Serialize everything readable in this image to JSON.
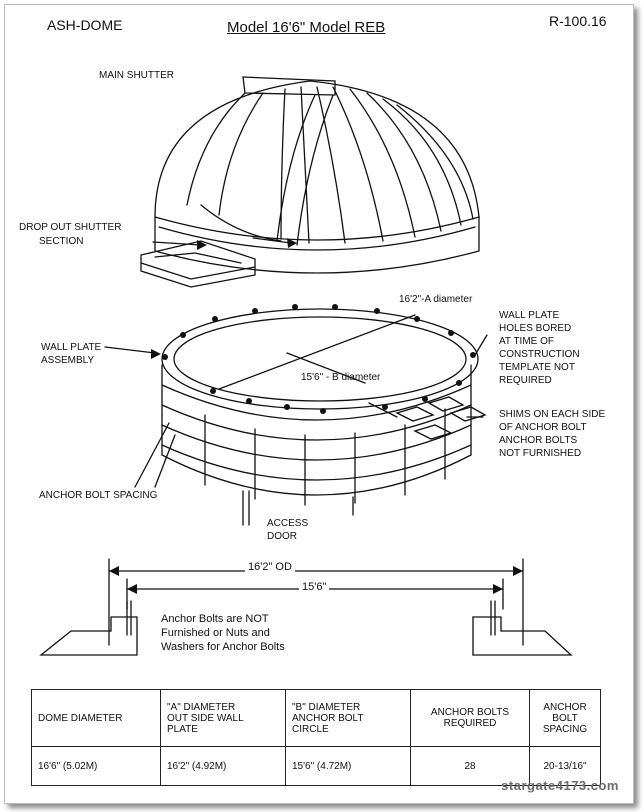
{
  "header": {
    "brand": "ASH-DOME",
    "title": "Model 16'6\" Model REB",
    "code": "R-100.16"
  },
  "labels": {
    "main_shutter": "MAIN SHUTTER",
    "drop_out_1": "DROP OUT SHUTTER",
    "drop_out_2": "SECTION",
    "a_diameter": "16'2\"-A  diameter",
    "b_diameter": "15'6\" - B diameter",
    "wall_plate_1": "WALL PLATE",
    "wall_plate_2": "ASSEMBLY",
    "holes_1": "WALL PLATE",
    "holes_2": "HOLES BORED",
    "holes_3": "AT TIME OF",
    "holes_4": "CONSTRUCTION",
    "holes_5": "TEMPLATE NOT",
    "holes_6": "REQUIRED",
    "shims_1": "SHIMS ON EACH SIDE",
    "shims_2": "OF ANCHOR BOLT",
    "shims_3": "ANCHOR BOLTS",
    "shims_4": "NOT FURNISHED",
    "anchor_spacing": "ANCHOR BOLT SPACING",
    "access_1": "ACCESS",
    "access_2": "DOOR",
    "od": "16'2\" OD",
    "inner": "15'6\"",
    "note_1": "Anchor Bolts are NOT",
    "note_2": "Furnished or Nuts and",
    "note_3": "Washers for Anchor Bolts"
  },
  "table": {
    "headers": [
      [
        "DOME DIAMETER"
      ],
      [
        "\"A\" DIAMETER",
        "OUT SIDE WALL",
        "PLATE"
      ],
      [
        "\"B\" DIAMETER",
        "ANCHOR BOLT",
        "CIRCLE"
      ],
      [
        "ANCHOR BOLTS",
        "REQUIRED"
      ],
      [
        "ANCHOR BOLT",
        "SPACING"
      ]
    ],
    "row": [
      "16'6\"   (5.02M)",
      "16'2\"     (4.92M)",
      "15'6\"    (4.72M)",
      "28",
      "20-13/16\""
    ]
  },
  "watermark": "stargate4173.com"
}
